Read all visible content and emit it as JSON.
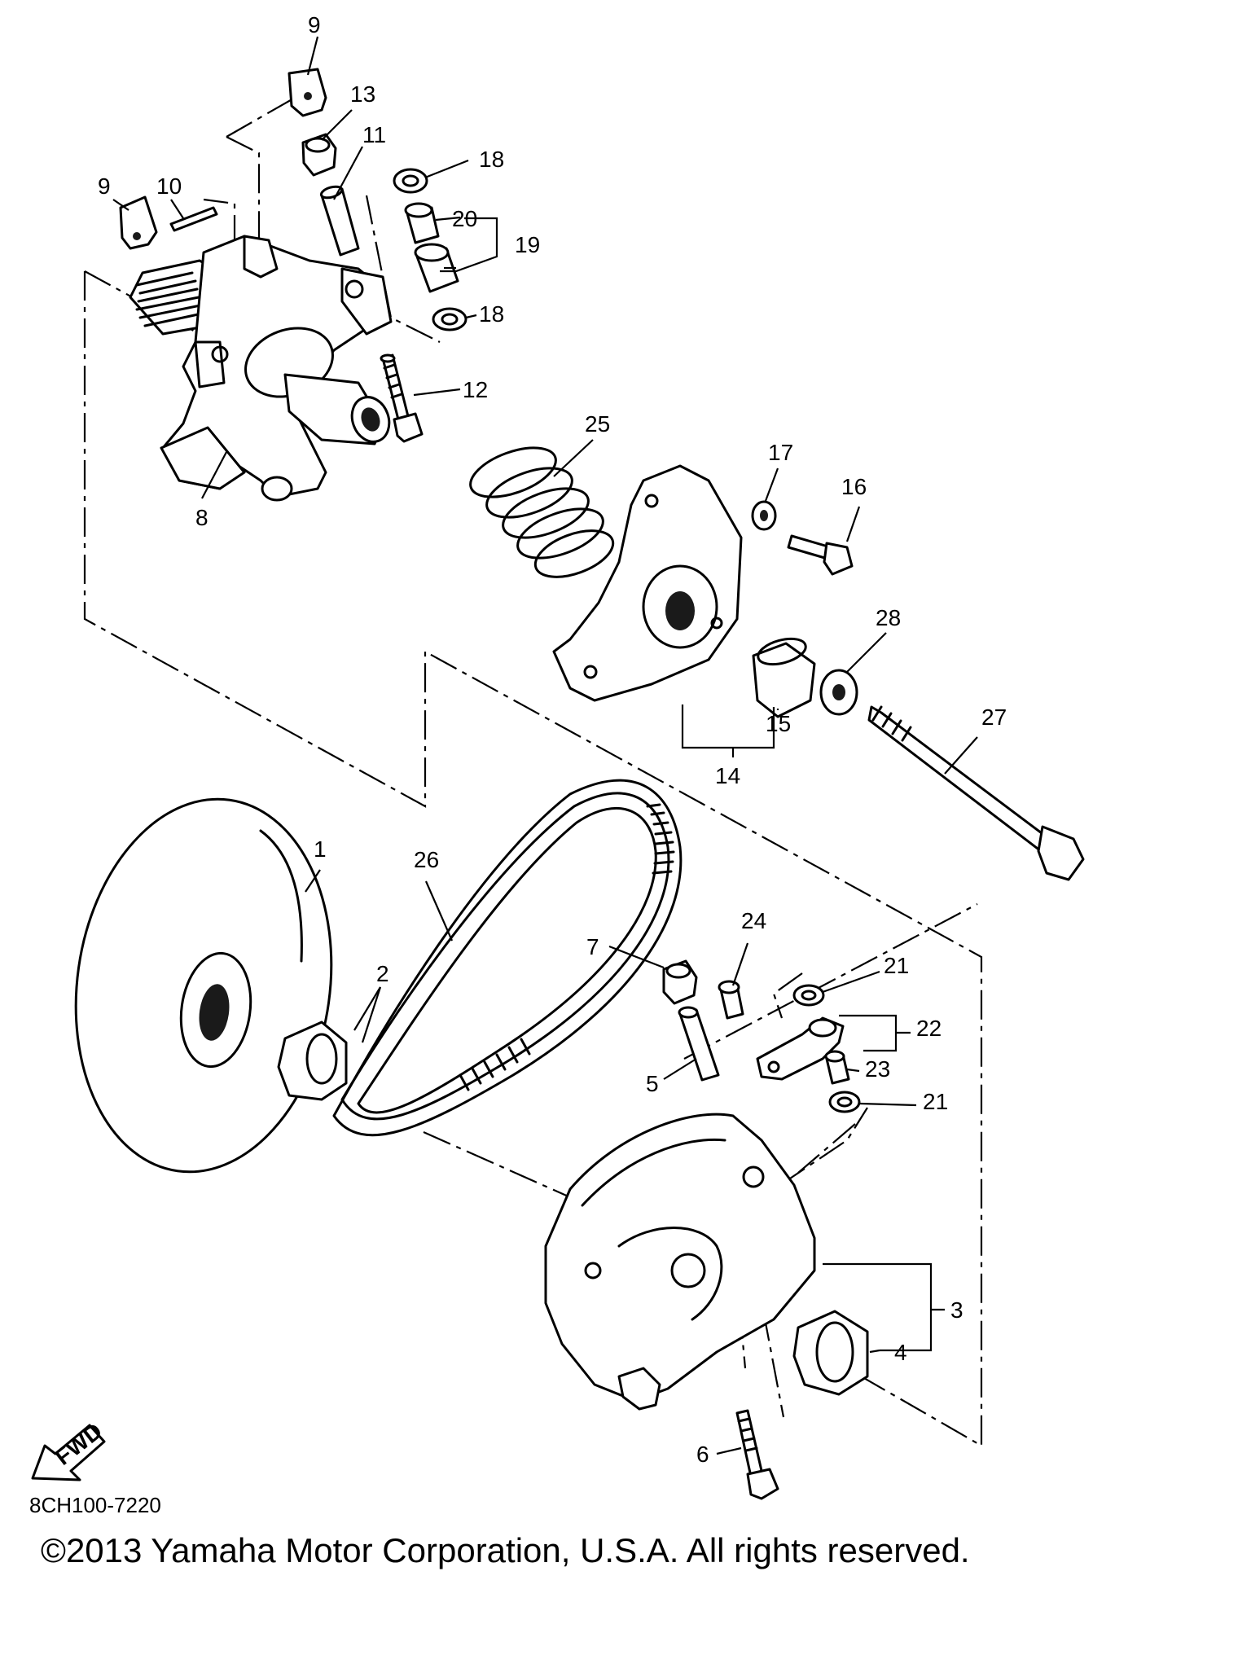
{
  "diagram": {
    "callouts": [
      {
        "id": "c9a",
        "label": "9"
      },
      {
        "id": "c9b",
        "label": "9"
      },
      {
        "id": "c10",
        "label": "10"
      },
      {
        "id": "c11",
        "label": "11"
      },
      {
        "id": "c12",
        "label": "12"
      },
      {
        "id": "c13",
        "label": "13"
      },
      {
        "id": "c8",
        "label": "8"
      },
      {
        "id": "c18a",
        "label": "18"
      },
      {
        "id": "c18b",
        "label": "18"
      },
      {
        "id": "c19",
        "label": "19"
      },
      {
        "id": "c20",
        "label": "20"
      },
      {
        "id": "c25",
        "label": "25"
      },
      {
        "id": "c17",
        "label": "17"
      },
      {
        "id": "c16",
        "label": "16"
      },
      {
        "id": "c28",
        "label": "28"
      },
      {
        "id": "c15",
        "label": "15"
      },
      {
        "id": "c14",
        "label": "14"
      },
      {
        "id": "c27",
        "label": "27"
      },
      {
        "id": "c1",
        "label": "1"
      },
      {
        "id": "c26",
        "label": "26"
      },
      {
        "id": "c2",
        "label": "2"
      },
      {
        "id": "c7",
        "label": "7"
      },
      {
        "id": "c24",
        "label": "24"
      },
      {
        "id": "c21a",
        "label": "21"
      },
      {
        "id": "c22",
        "label": "22"
      },
      {
        "id": "c23",
        "label": "23"
      },
      {
        "id": "c21b",
        "label": "21"
      },
      {
        "id": "c5",
        "label": "5"
      },
      {
        "id": "c3",
        "label": "3"
      },
      {
        "id": "c4",
        "label": "4"
      },
      {
        "id": "c6",
        "label": "6"
      }
    ],
    "fwd_label": "FWD",
    "diagram_code": "8CH100-7220"
  },
  "copyright": "©2013 Yamaha Motor Corporation, U.S.A. All rights reserved."
}
